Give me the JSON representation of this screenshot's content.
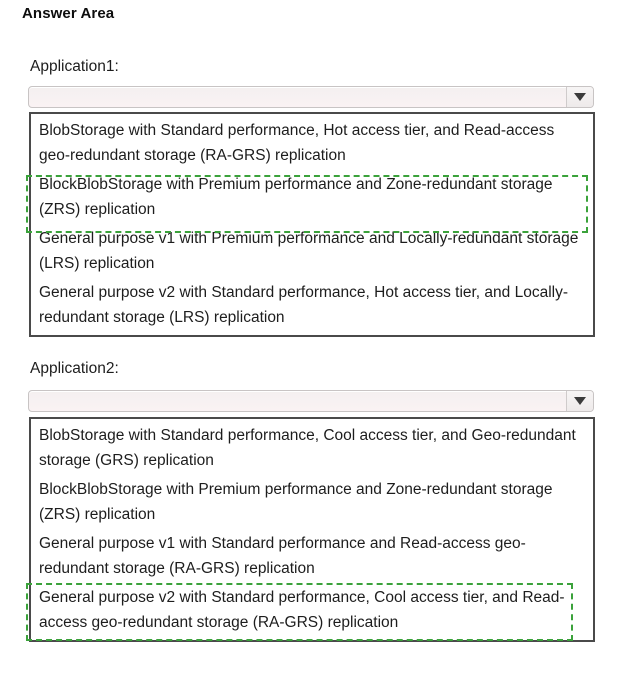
{
  "page": {
    "title": "Answer Area"
  },
  "fields": [
    {
      "label": "Application1:",
      "combobox": {
        "value": "",
        "placeholder": "",
        "caret_icon": "chevron-down-icon"
      },
      "options": [
        {
          "text": "BlobStorage with Standard performance, Hot access tier, and Read-access geo-redundant storage (RA-GRS) replication",
          "selected": false
        },
        {
          "text": "BlockBlobStorage with Premium performance and Zone-redundant storage (ZRS) replication",
          "selected": true
        },
        {
          "text": "General purpose v1 with Premium performance and Locally-redundant storage (LRS) replication",
          "selected": false
        },
        {
          "text": "General purpose v2 with Standard performance, Hot access tier, and Locally-redundant storage (LRS) replication",
          "selected": false
        }
      ]
    },
    {
      "label": "Application2:",
      "combobox": {
        "value": "",
        "placeholder": "",
        "caret_icon": "chevron-down-icon"
      },
      "options": [
        {
          "text": "BlobStorage with Standard performance, Cool access tier, and Geo-redundant storage (GRS) replication",
          "selected": false
        },
        {
          "text": "BlockBlobStorage with Premium performance and Zone-redundant storage (ZRS) replication",
          "selected": false
        },
        {
          "text": "General purpose v1 with Standard performance and Read-access geo-redundant storage (RA-GRS) replication",
          "selected": false
        },
        {
          "text": "General purpose v2 with Standard performance, Cool access tier, and Read-access geo-redundant storage (RA-GRS) replication",
          "selected": true
        }
      ]
    }
  ],
  "colors": {
    "highlight": "#3ba23b",
    "list_border": "#4a4a4a",
    "page_background": "#ffffff",
    "text": "#1d1d1d"
  }
}
